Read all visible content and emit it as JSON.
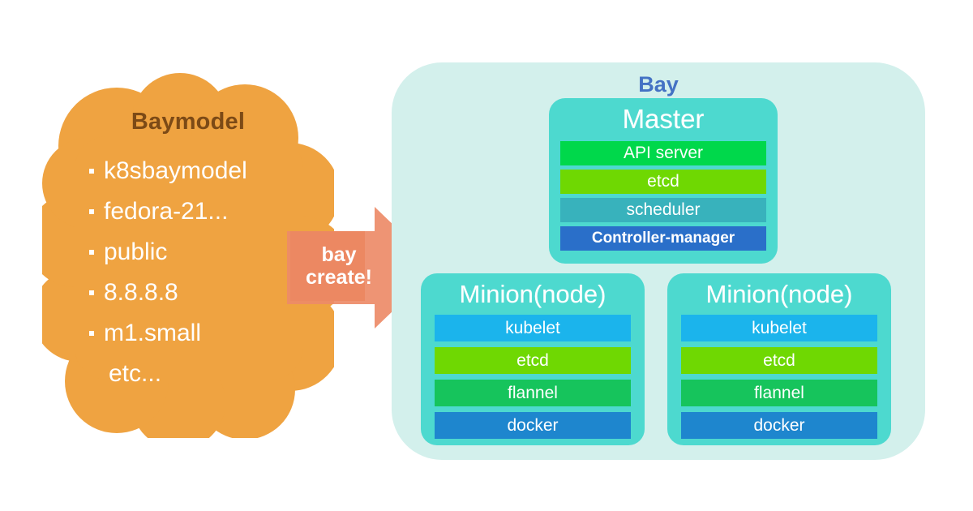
{
  "diagram": {
    "title": "Magnum Baymodel / Bay architecture",
    "colors": {
      "cloud_orange": "#EFA341",
      "cloud_title_brown": "#7C4A16",
      "arrow_rect_orange": "#E7681B",
      "arrow_head_salmon": "#ED8B68",
      "bay_background": "#D3F0EC",
      "bay_title_blue": "#4472C4",
      "node_box_teal": "#4DD9CF",
      "api_server_green": "#00D84B",
      "etcd_green": "#6FD802",
      "scheduler_teal": "#38B2BC",
      "controller_manager_blue": "#2A6FC9",
      "kubelet_blue": "#1BB4EC",
      "flannel_green": "#16C45C",
      "docker_blue": "#1E86CE"
    }
  },
  "baymodel": {
    "title": "Baymodel",
    "items": [
      {
        "label": "k8sbaymodel",
        "bullet": true
      },
      {
        "label": "fedora-21...",
        "bullet": true
      },
      {
        "label": "public",
        "bullet": true
      },
      {
        "label": "8.8.8.8",
        "bullet": true
      },
      {
        "label": "m1.small",
        "bullet": true
      },
      {
        "label": "etc...",
        "bullet": false
      }
    ]
  },
  "arrow": {
    "line1": "bay",
    "line2": "create!"
  },
  "bay": {
    "title": "Bay",
    "master": {
      "title": "Master",
      "components": [
        {
          "label": "API server",
          "color": "#00D84B"
        },
        {
          "label": "etcd",
          "color": "#6FD802"
        },
        {
          "label": "scheduler",
          "color": "#38B2BC"
        },
        {
          "label": "Controller-manager",
          "color": "#2A6FC9"
        }
      ]
    },
    "minions": [
      {
        "title": "Minion(node)",
        "components": [
          {
            "label": "kubelet",
            "color": "#1BB4EC"
          },
          {
            "label": "etcd",
            "color": "#6FD802"
          },
          {
            "label": "flannel",
            "color": "#16C45C"
          },
          {
            "label": "docker",
            "color": "#1E86CE"
          }
        ]
      },
      {
        "title": "Minion(node)",
        "components": [
          {
            "label": "kubelet",
            "color": "#1BB4EC"
          },
          {
            "label": "etcd",
            "color": "#6FD802"
          },
          {
            "label": "flannel",
            "color": "#16C45C"
          },
          {
            "label": "docker",
            "color": "#1E86CE"
          }
        ]
      }
    ]
  }
}
